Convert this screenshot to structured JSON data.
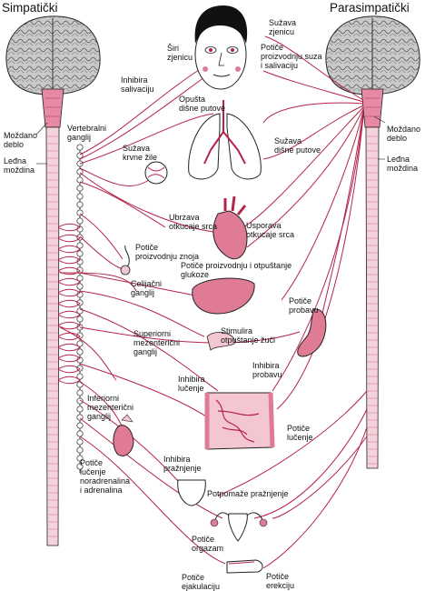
{
  "titles": {
    "sympathetic": "Simpatički",
    "parasympathetic": "Parasimpatički"
  },
  "labels": {
    "mozdano_left": "Moždano\ndeblo",
    "ledna_left": "Leđna\nmoždina",
    "mozdano_right": "Moždano\ndeblo",
    "ledna_right": "Leđna\nmoždina",
    "vertebralni": "Vertebralni\nganglij",
    "inhibira_salivaciju": "Inhibira\nsalivaciju",
    "siri_zjenicu": "Širi\nzjenicu",
    "suzava_zjenicu": "Sužava\nzjenicu",
    "potice_suza": "Potiče\nproizvodnju suza\ni salivaciju",
    "opusta_disne": "Opušta\ndišne putove",
    "suzava_disne": "Sužava\ndišne putove",
    "suzava_krvne": "Sužava\nkrvne žile",
    "ubrzava_srca": "Ubrzava\notkucaje srca",
    "usporava_srca": "Usporava\notkucaje srca",
    "potice_znoja": "Potiče\nproizvodnju znoja",
    "potice_glukoze": "Potiče proizvodnju i otpuštanje\nglukoze",
    "celijacni": "Celijačni\nganglij",
    "potice_probavu": "Potiče\nprobavu",
    "superiorni": "Superiorni\nmezenterični\nganglij",
    "stimulira_zuci": "Stimulira\notpuštanje žuči",
    "inhibira_probavu": "Inhibira\nprobavu",
    "inhibira_lucenje": "Inhibira\nlučenje",
    "inferiorni": "Inferiorni\nmezenterični\nganglij",
    "potice_lucenje": "Potiče\nlučenje",
    "potice_noradrenalina": "Potiče\nlučenje\nnoradrenalina\ni adrenalina",
    "inhibira_praznjenje": "Inhibira\npražnjenje",
    "potpomaze_praznjenje": "Potpomaže pražnjenje",
    "potice_orgazam": "Potiče\norgazam",
    "potice_ejakulaciju": "Potiče\nejakulaciju",
    "potice_erekciju": "Potiče\nerekciju"
  },
  "colors": {
    "nerve": "#b4234a",
    "organ_fill": "#e07b95",
    "organ_light": "#f3c6d1",
    "cord_fill": "#f5d3dc",
    "brain_fill": "#c9c9c9",
    "outline": "#222222"
  }
}
